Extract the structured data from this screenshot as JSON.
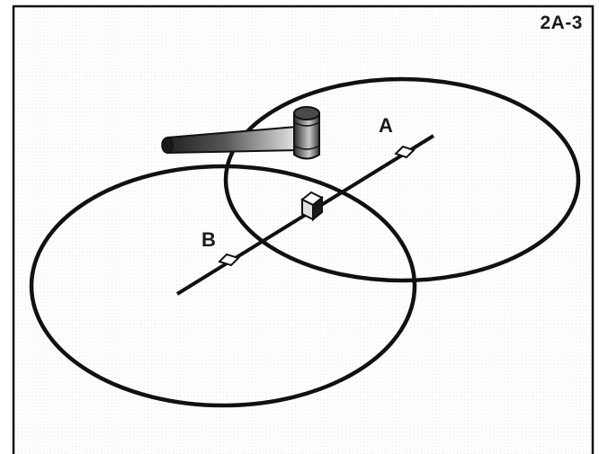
{
  "figure": {
    "label": "2A-3"
  },
  "points": {
    "a_label": "A",
    "b_label": "B"
  },
  "icons": {
    "hammer": "hammer-icon",
    "source": "cube-icon",
    "sensor": "diamond-marker-icon"
  },
  "colors": {
    "stroke": "#111111",
    "background": "#ffffff",
    "dot_texture": "#e6e6e6"
  }
}
